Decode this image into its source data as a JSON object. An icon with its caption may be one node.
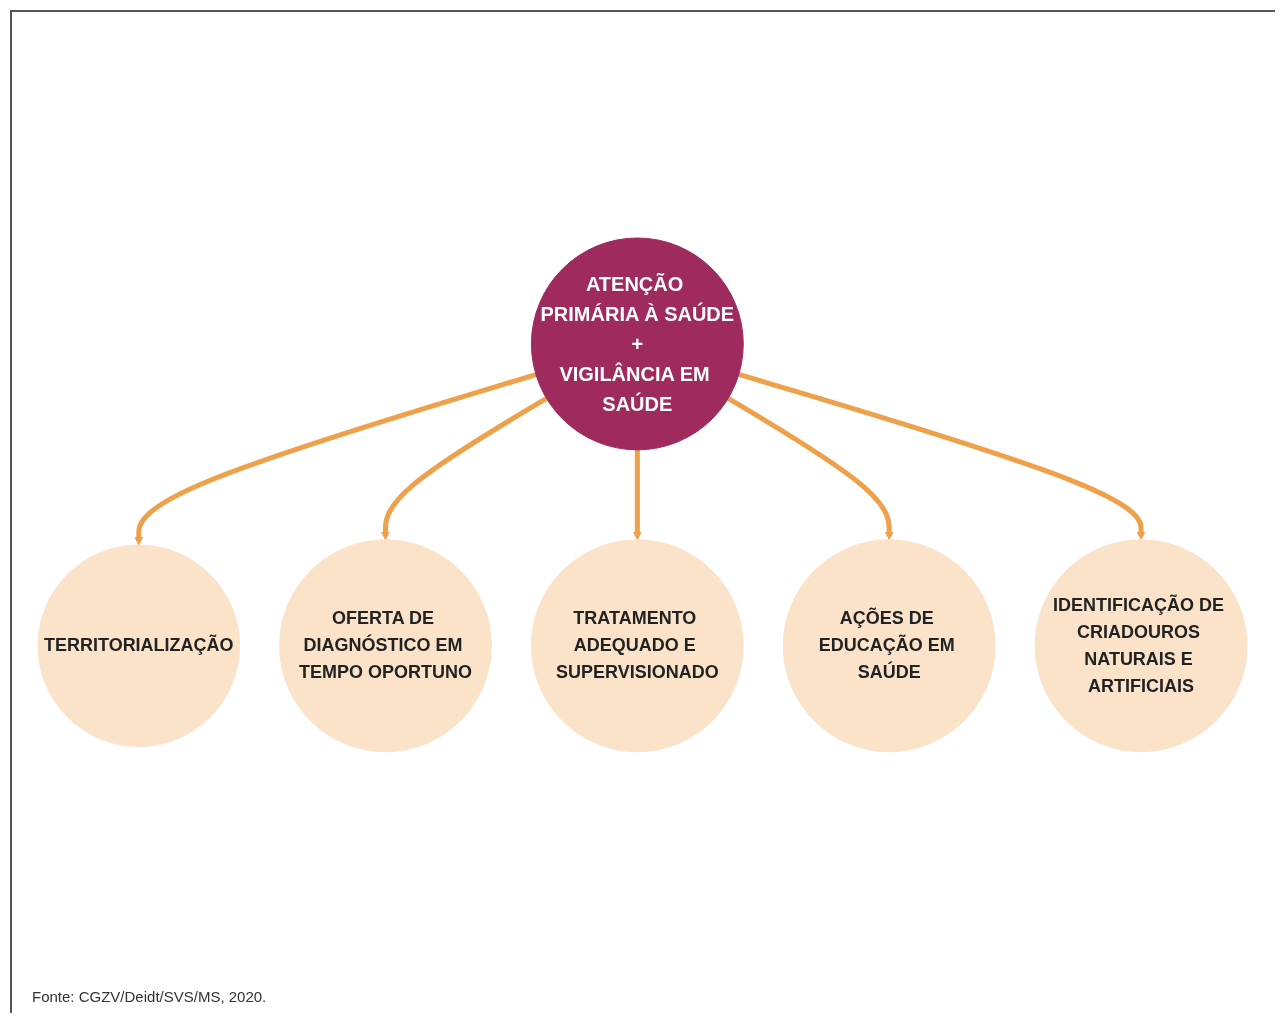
{
  "diagram": {
    "caption": "Fonte: CGZV/Deidt/SVS/MS, 2020.",
    "nodes": [
      {
        "text": [
          "ATENÇÃO PRIMÁRIA À SAÚDE",
          "+",
          "VIGILÂNCIA EM SAÚDE"
        ]
      },
      {
        "text": [
          "TERRITORIALIZAÇÃO"
        ]
      },
      {
        "text": [
          "OFERTA DE DIAGNÓSTICO EM TEMPO OPORTUNO"
        ]
      },
      {
        "text": [
          "TRATAMENTO ADEQUADO E SUPERVISIONADO"
        ]
      },
      {
        "text": [
          "AÇÕES DE EDUCAÇÃO EM SAÚDE"
        ]
      },
      {
        "text": [
          "IDENTIFICAÇÃO DE CRIADOUROS NATURAIS E ARTIFICIAIS"
        ]
      }
    ],
    "edges": [
      {
        "from": 0,
        "to": 1,
        "arrow": "to"
      },
      {
        "from": 0,
        "to": 2,
        "arrow": "to"
      },
      {
        "from": 0,
        "to": 3,
        "arrow": "to"
      },
      {
        "from": 0,
        "to": 4,
        "arrow": "to"
      },
      {
        "from": 0,
        "to": 5,
        "arrow": "to"
      }
    ]
  }
}
